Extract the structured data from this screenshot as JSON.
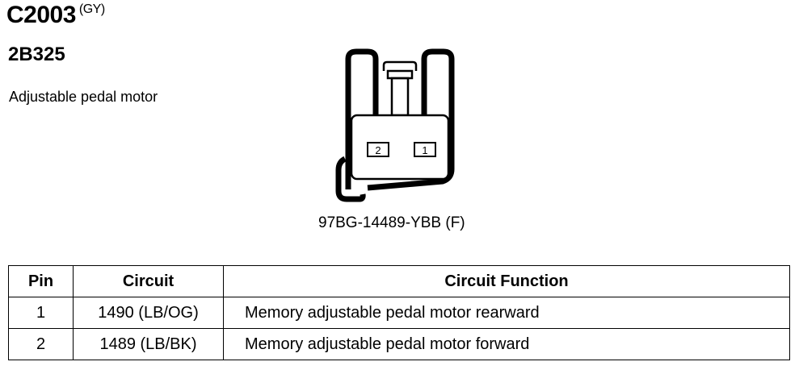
{
  "header": {
    "connector_id": "C2003",
    "connector_color": "(GY)",
    "part_number": "2B325",
    "description": "Adjustable pedal motor"
  },
  "connector": {
    "pin_labels": [
      "2",
      "1"
    ],
    "part_number": "97BG-14489-YBB (F)"
  },
  "table": {
    "headers": [
      "Pin",
      "Circuit",
      "Circuit Function"
    ],
    "rows": [
      {
        "pin": "1",
        "circuit": "1490 (LB/OG)",
        "function": "Memory adjustable pedal motor rearward"
      },
      {
        "pin": "2",
        "circuit": "1489 (LB/BK)",
        "function": "Memory adjustable pedal motor forward"
      }
    ]
  }
}
